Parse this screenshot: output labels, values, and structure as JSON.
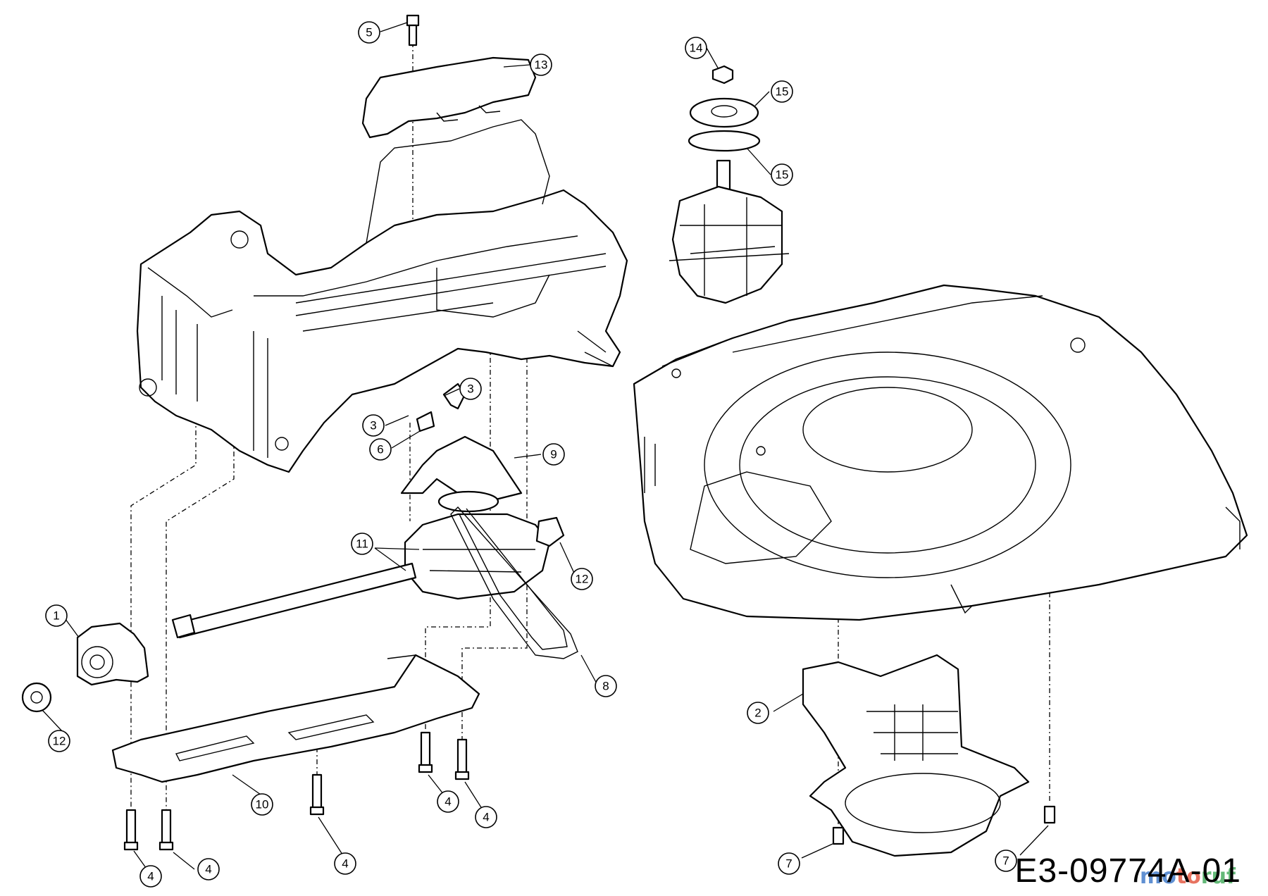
{
  "diagram": {
    "drawing_code": "E3-09774A-01",
    "watermark": "motoruf",
    "callouts": [
      {
        "id": "c5",
        "label": "5"
      },
      {
        "id": "c13",
        "label": "13"
      },
      {
        "id": "c14",
        "label": "14"
      },
      {
        "id": "c15a",
        "label": "15"
      },
      {
        "id": "c15b",
        "label": "15"
      },
      {
        "id": "c3a",
        "label": "3"
      },
      {
        "id": "c3b",
        "label": "3"
      },
      {
        "id": "c6",
        "label": "6"
      },
      {
        "id": "c9",
        "label": "9"
      },
      {
        "id": "c11",
        "label": "11"
      },
      {
        "id": "c12a",
        "label": "12"
      },
      {
        "id": "c1",
        "label": "1"
      },
      {
        "id": "c12b",
        "label": "12"
      },
      {
        "id": "c8",
        "label": "8"
      },
      {
        "id": "c10",
        "label": "10"
      },
      {
        "id": "c4a",
        "label": "4"
      },
      {
        "id": "c4b",
        "label": "4"
      },
      {
        "id": "c4c",
        "label": "4"
      },
      {
        "id": "c4d",
        "label": "4"
      },
      {
        "id": "c4e",
        "label": "4"
      },
      {
        "id": "c2",
        "label": "2"
      },
      {
        "id": "c7a",
        "label": "7"
      },
      {
        "id": "c7b",
        "label": "7"
      }
    ]
  }
}
